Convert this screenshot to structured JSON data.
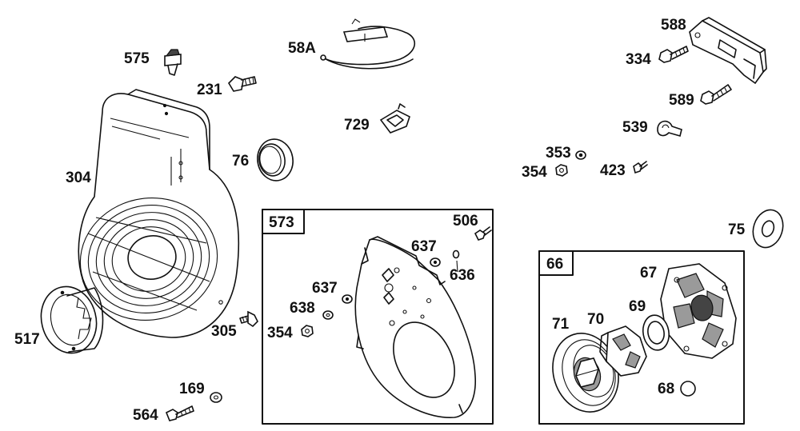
{
  "callouts": {
    "c575": "575",
    "c231": "231",
    "c58A": "58A",
    "c729": "729",
    "c588": "588",
    "c334": "334",
    "c589": "589",
    "c539": "539",
    "c353": "353",
    "c354a": "354",
    "c423": "423",
    "c304": "304",
    "c76": "76",
    "c75": "75",
    "c517": "517",
    "c305": "305",
    "c169": "169",
    "c564": "564",
    "c506": "506",
    "c637a": "637",
    "c636": "636",
    "c637b": "637",
    "c638": "638",
    "c354b": "354",
    "c67": "67",
    "c69": "69",
    "c71": "71",
    "c70": "70",
    "c68": "68"
  },
  "boxes": {
    "box573": "573",
    "box66": "66"
  }
}
